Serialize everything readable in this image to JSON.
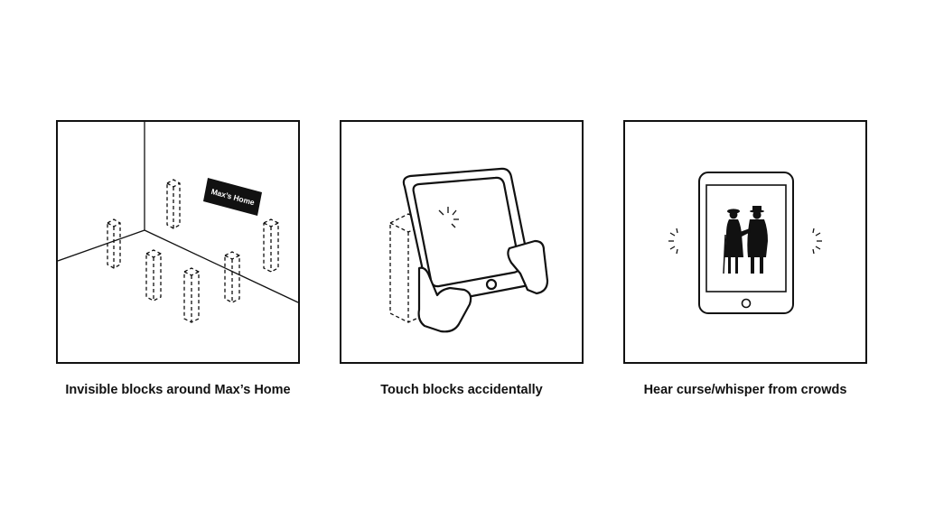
{
  "panels": [
    {
      "caption": "Invisible blocks around Max’s Home",
      "sign_text": "Max’s Home"
    },
    {
      "caption": "Touch blocks accidentally"
    },
    {
      "caption": "Hear curse/whisper from crowds"
    }
  ],
  "colors": {
    "line": "#111111",
    "background": "#ffffff"
  }
}
